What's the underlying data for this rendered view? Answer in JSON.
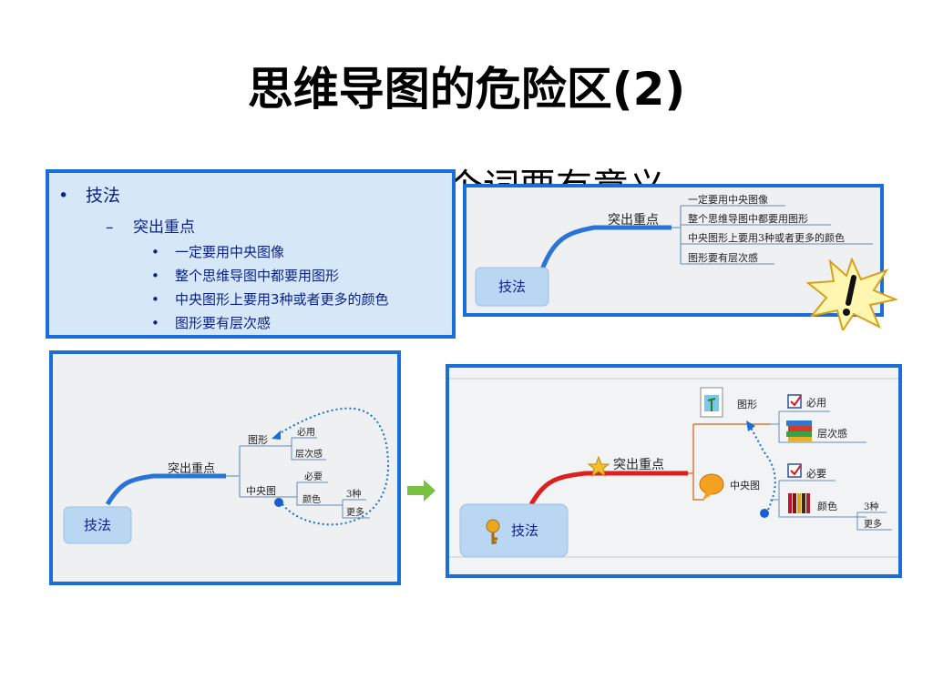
{
  "title": "思维导图的危险区(2)",
  "background_text": "个词要有意义",
  "outline": {
    "level1": "技法",
    "level2": "突出重点",
    "level3": [
      "一定要用中央图像",
      "整个思维导图中都要用图形",
      "中央图形上要用3种或者更多的颜色",
      "图形要有层次感"
    ]
  },
  "panel_top": {
    "root": "技法",
    "branch": "突出重点",
    "subs": [
      "一定要用中央图像",
      "整个思维导图中都要用图形",
      "中央图形上要用3种或者更多的颜色",
      "图形要有层次感"
    ],
    "warning_icon": "exclamation-burst-icon"
  },
  "panel_left": {
    "root": "技法",
    "branch": "突出重点",
    "sub1": "图形",
    "sub1_children": [
      "必用",
      "层次感"
    ],
    "sub2": "中央图",
    "sub2_children": [
      "必要",
      "颜色"
    ],
    "color_children": [
      "3种",
      "更多"
    ]
  },
  "panel_right": {
    "root": "技法",
    "branch": "突出重点",
    "sub1": "图形",
    "sub1_children": [
      "必用",
      "层次感"
    ],
    "sub2": "中央图",
    "sub2_children": [
      "必要",
      "颜色"
    ],
    "color_children": [
      "3种",
      "更多"
    ],
    "icons": [
      "key-icon",
      "star-icon",
      "image-file-icon",
      "checkbox-icon",
      "books-icon",
      "speech-bubble-icon",
      "color-bars-icon"
    ]
  },
  "colors": {
    "accent_blue": "#1a6fd6",
    "arrow_green": "#7ac142",
    "outline_text": "#0a1f8a"
  }
}
